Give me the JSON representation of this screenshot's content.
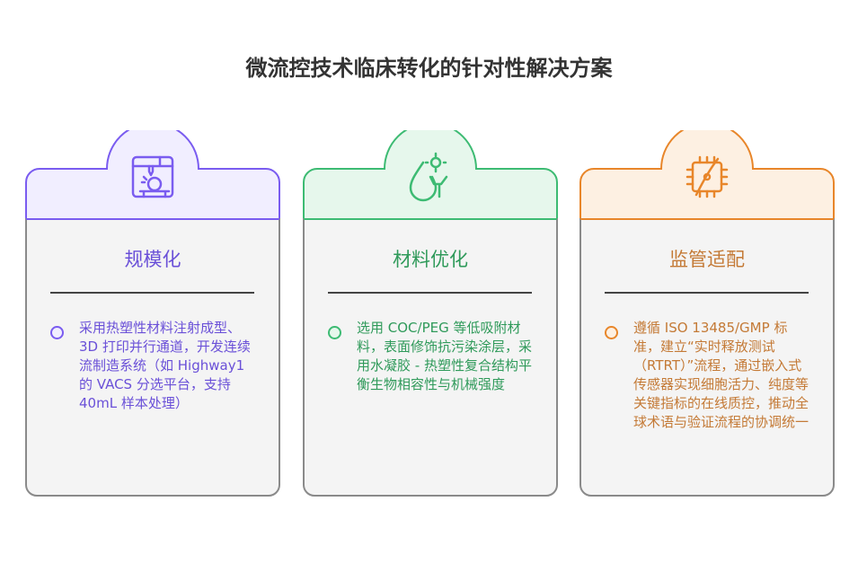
{
  "title": "微流控技术临床转化的针对性解决方案",
  "cards": [
    {
      "heading": "规模化",
      "icon": "3d-printer-icon",
      "accent": "#7a5cf0",
      "fill": "#f1eeff",
      "text_color": "#6a50d8",
      "text": "采用热塑性材料注射成型、3D 打印并行通道，开发连续流制造系统（如 Highway1 的 VACS 分选平台，支持 40mL 样本处理）"
    },
    {
      "heading": "材料优化",
      "icon": "droplet-hand-icon",
      "accent": "#3dbb73",
      "fill": "#e6f7ec",
      "text_color": "#2f9a5a",
      "text": "选用 COC/PEG 等低吸附材料，表面修饰抗污染涂层，采用水凝胶 - 热塑性复合结构平衡生物相容性与机械强度"
    },
    {
      "heading": "监管适配",
      "icon": "chip-icon",
      "accent": "#e8862a",
      "fill": "#fdf0e2",
      "text_color": "#c47a36",
      "text": "遵循 ISO 13485/GMP 标准，建立“实时释放测试（RTRT）”流程，通过嵌入式传感器实现细胞活力、纯度等关键指标的在线质控，推动全球术语与验证流程的协调统一"
    }
  ]
}
